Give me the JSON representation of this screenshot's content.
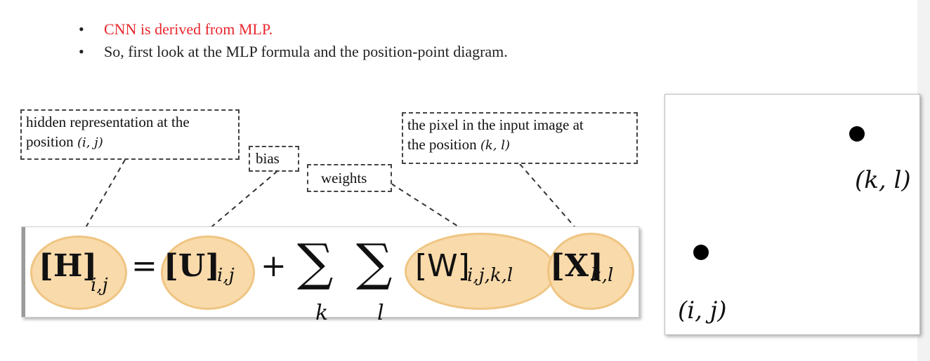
{
  "bullets": [
    {
      "text": "CNN is derived from MLP.",
      "color": "#e8262d"
    },
    {
      "text": "So, first look at the MLP formula and the position-point diagram.",
      "color": "#222222"
    }
  ],
  "bullet_symbol": "•",
  "annotations": {
    "hidden": {
      "line1": "hidden representation at the",
      "line2_prefix": "position",
      "line2_math": "(i, j)"
    },
    "bias": "bias",
    "weights": "weights",
    "pixel": {
      "line1": "the pixel in the input image at",
      "line2_prefix": "the position",
      "line2_math": "(k, l)"
    }
  },
  "formula": {
    "H": "[H]",
    "H_sub": "i,j",
    "equals": "=",
    "U": "[U]",
    "U_sub": "i,j",
    "plus": "+",
    "sigma": "∑",
    "sum_idx_1": "k",
    "sum_idx_2": "l",
    "W": "[W]",
    "W_sub": "i,j,k,l",
    "X": "[X]",
    "X_sub": "k,l"
  },
  "highlight_color": "#f9d9a6",
  "position_diagram": {
    "point_kl_label": "(k, l)",
    "point_ij_label": "(i, j)"
  }
}
